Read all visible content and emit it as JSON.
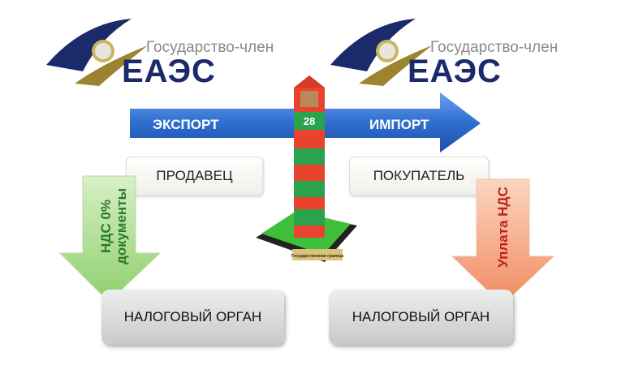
{
  "logo_left": {
    "subtitle": "Государство-член",
    "title": "ЕАЭС"
  },
  "logo_right": {
    "subtitle": "Государство-член",
    "title": "ЕАЭС"
  },
  "arrow": {
    "export": "ЭКСПОРТ",
    "import": "ИМПОРТ",
    "color": "#2f6fd0"
  },
  "post": {
    "number": "28",
    "plaque": "Государственная граница"
  },
  "seller": "ПРОДАВЕЦ",
  "buyer": "ПОКУПАТЕЛЬ",
  "left_down": {
    "line1": "НДС 0%",
    "line2": "документы",
    "color": "#a6d98a"
  },
  "right_down": {
    "label": "Уплата НДС",
    "color": "#f5a080"
  },
  "tax_left": "НАЛОГОВЫЙ ОРГАН",
  "tax_right": "НАЛОГОВЫЙ ОРГАН"
}
